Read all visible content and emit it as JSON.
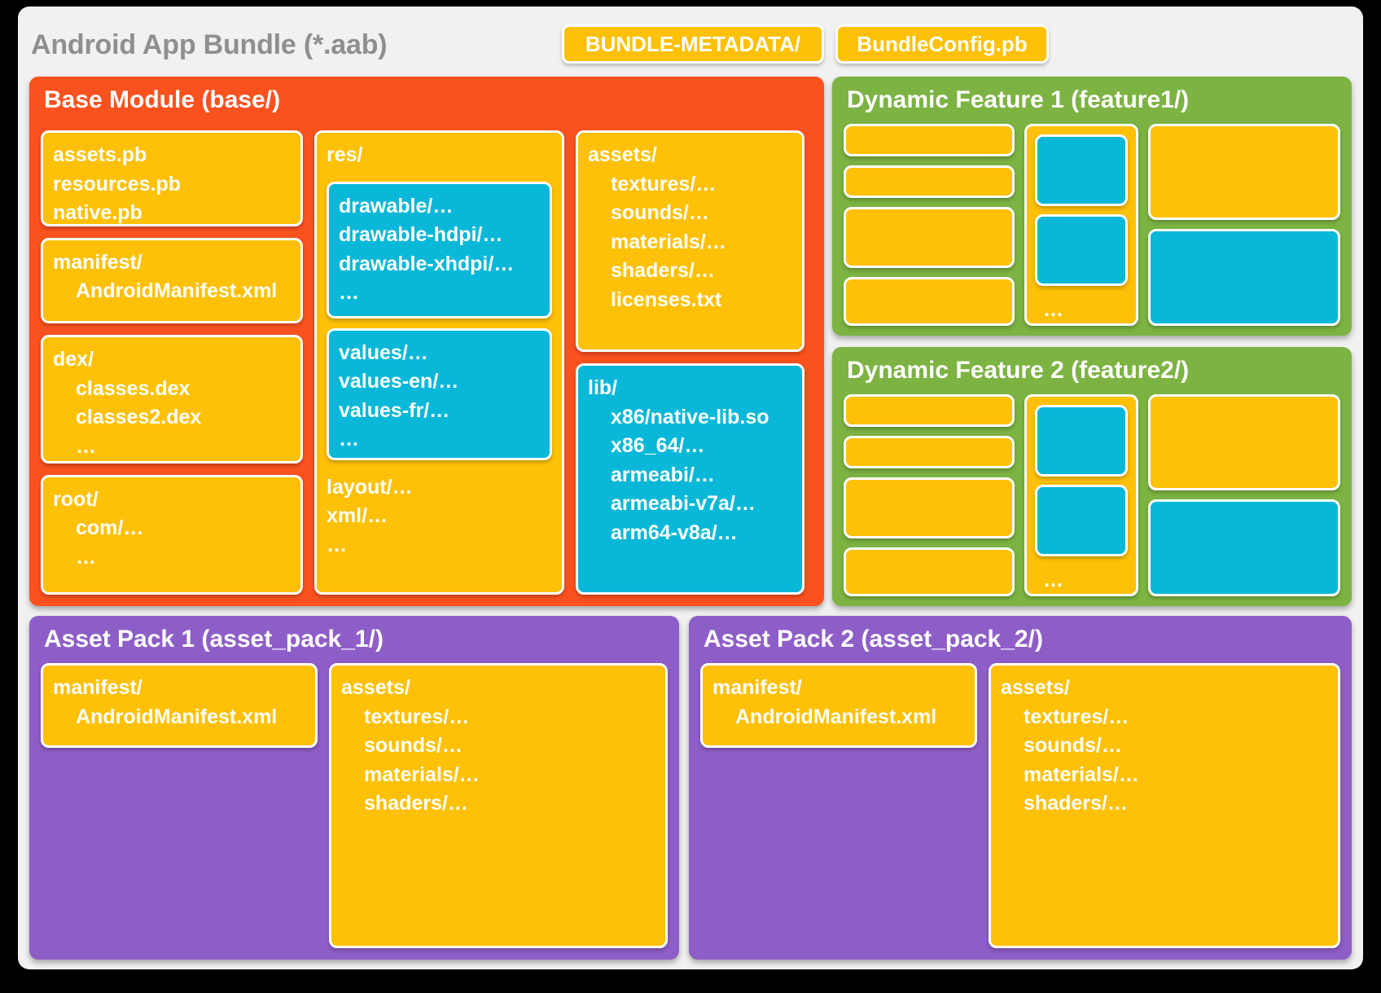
{
  "bundle": {
    "title": "Android App Bundle (*.aab)",
    "metadata_chip": "BUNDLE-METADATA/",
    "config_chip": "BundleConfig.pb"
  },
  "colors": {
    "background": "#f1f1f1",
    "base_module": "#f9521f",
    "dynamic_feature": "#7cb342",
    "asset_pack": "#8e5ec8",
    "yellow_card": "#fec107",
    "cyan_card": "#09b8d8",
    "card_border": "#ffffff",
    "title_text": "#8f8f8f"
  },
  "base_module": {
    "title": "Base Module (base/)",
    "protobuf_files": {
      "lines": [
        "assets.pb",
        "resources.pb",
        "native.pb"
      ]
    },
    "manifest": {
      "head": "manifest/",
      "lines": [
        "AndroidManifest.xml"
      ]
    },
    "dex": {
      "head": "dex/",
      "lines": [
        "classes.dex",
        "classes2.dex",
        "…"
      ]
    },
    "root": {
      "head": "root/",
      "lines": [
        "com/…",
        "…"
      ]
    },
    "res": {
      "head": "res/",
      "drawables": [
        "drawable/…",
        "drawable-hdpi/…",
        "drawable-xhdpi/…",
        "…"
      ],
      "values": [
        "values/…",
        "values-en/…",
        "values-fr/…",
        "…"
      ],
      "tail": [
        "layout/…",
        "xml/…",
        "…"
      ]
    },
    "assets": {
      "head": "assets/",
      "lines": [
        "textures/…",
        "sounds/…",
        "materials/…",
        "shaders/…",
        "licenses.txt"
      ]
    },
    "lib": {
      "head": "lib/",
      "lines": [
        "x86/native-lib.so",
        "x86_64/…",
        "armeabi/…",
        "armeabi-v7a/…",
        "arm64-v8a/…"
      ]
    }
  },
  "dynamic_features": [
    {
      "title": "Dynamic Feature 1 (feature1/)",
      "mid_dots": "…"
    },
    {
      "title": "Dynamic Feature 2 (feature2/)",
      "mid_dots": "…"
    }
  ],
  "asset_packs": [
    {
      "title": "Asset Pack 1 (asset_pack_1/)",
      "manifest": {
        "head": "manifest/",
        "lines": [
          "AndroidManifest.xml"
        ]
      },
      "assets": {
        "head": "assets/",
        "lines": [
          "textures/…",
          "sounds/…",
          "materials/…",
          "shaders/…"
        ]
      }
    },
    {
      "title": "Asset Pack 2 (asset_pack_2/)",
      "manifest": {
        "head": "manifest/",
        "lines": [
          "AndroidManifest.xml"
        ]
      },
      "assets": {
        "head": "assets/",
        "lines": [
          "textures/…",
          "sounds/…",
          "materials/…",
          "shaders/…"
        ]
      }
    }
  ]
}
